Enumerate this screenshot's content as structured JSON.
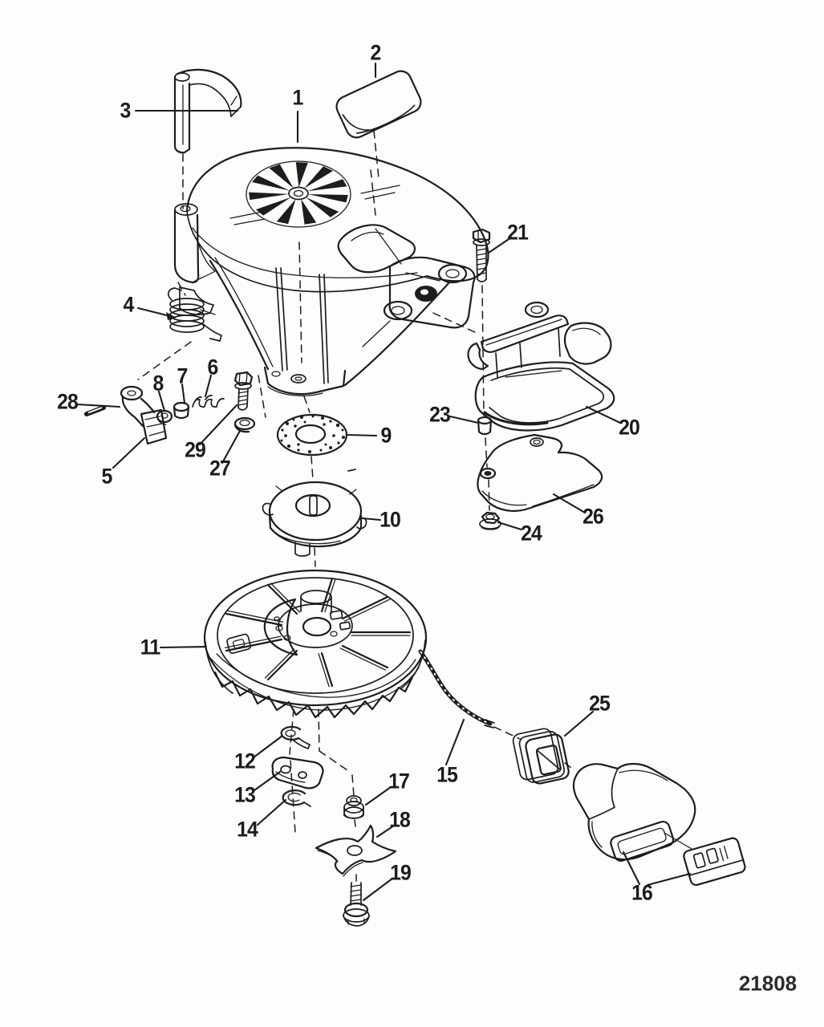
{
  "diagram": {
    "drawing_number": "21808",
    "callouts": {
      "c1": "1",
      "c2": "2",
      "c3": "3",
      "c4": "4",
      "c5": "5",
      "c6": "6",
      "c7": "7",
      "c8": "8",
      "c9": "9",
      "c10": "10",
      "c11": "11",
      "c12": "12",
      "c13": "13",
      "c14": "14",
      "c15": "15",
      "c16": "16",
      "c17": "17",
      "c18": "18",
      "c19": "19",
      "c20": "20",
      "c21": "21",
      "c23": "23",
      "c24": "24",
      "c25": "25",
      "c26": "26",
      "c27": "27",
      "c28": "28",
      "c29": "29"
    }
  }
}
